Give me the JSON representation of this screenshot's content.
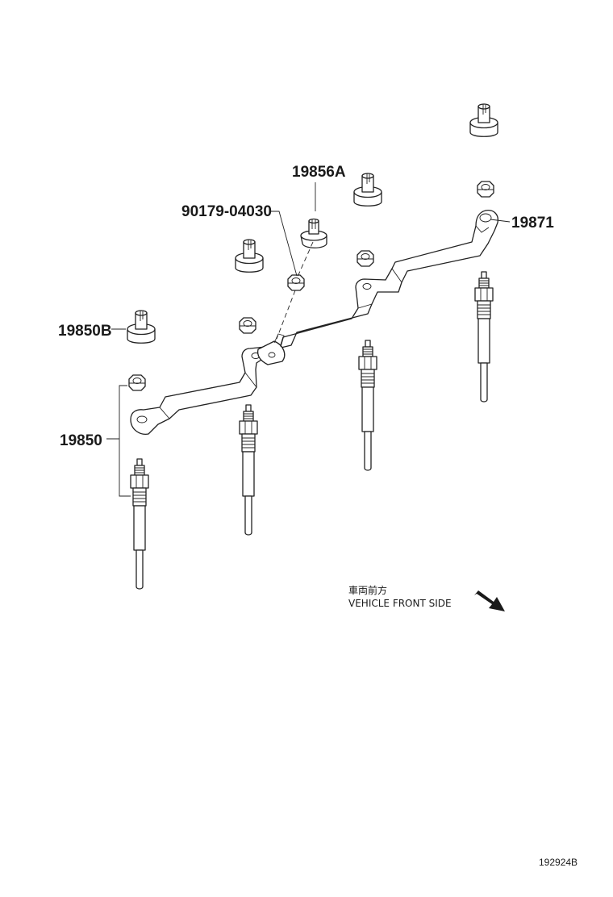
{
  "callouts": {
    "p19856a": "19856A",
    "p90179": "90179-04030",
    "p19871": "19871",
    "p19850b": "19850B",
    "p19850": "19850"
  },
  "orientation": {
    "japanese": "車両前方",
    "english": "VEHICLE FRONT SIDE",
    "arrow_icon": "arrow-down-right-icon"
  },
  "diagram_code": "192924B"
}
